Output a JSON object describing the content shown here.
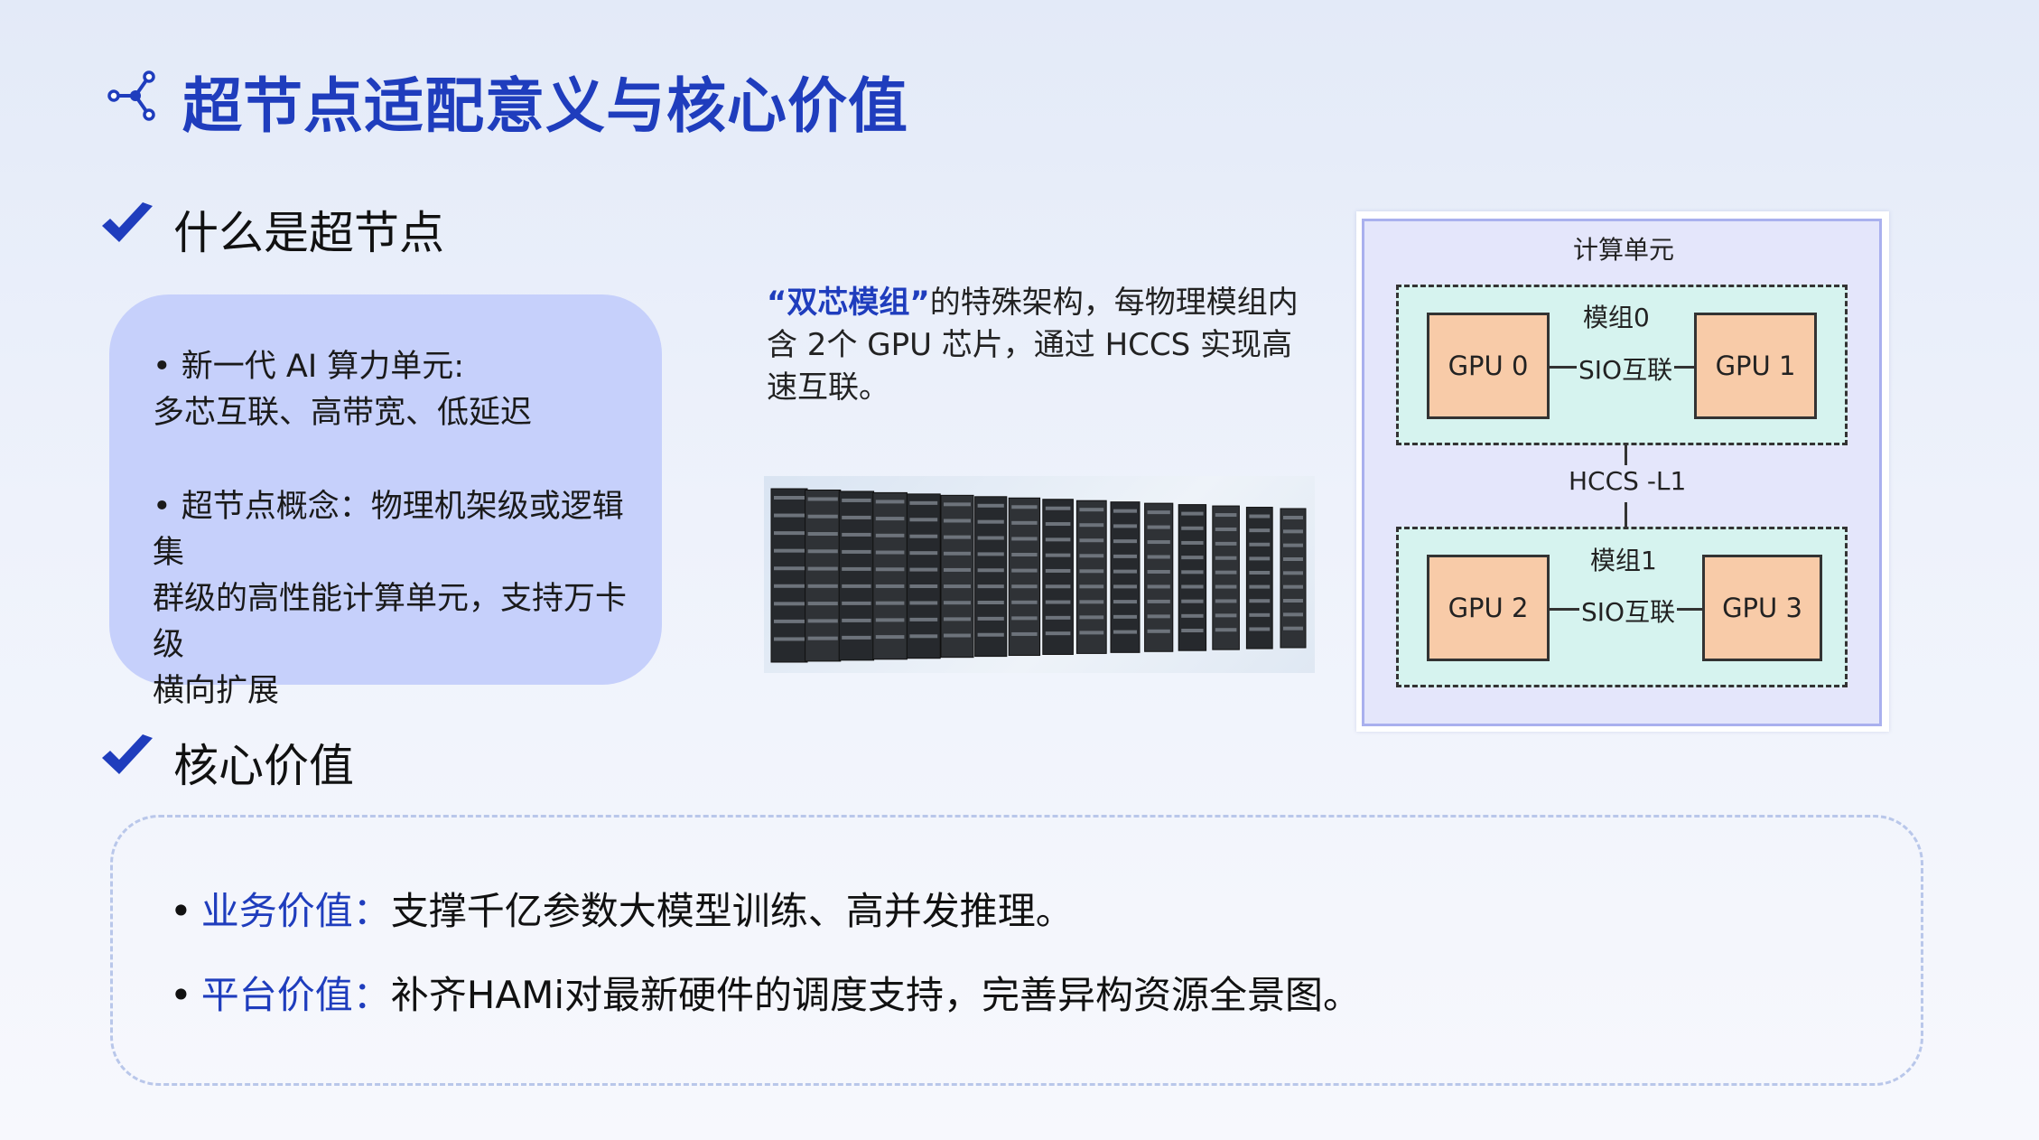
{
  "page": {
    "title": "超节点适配意义与核心价值",
    "accent_color": "#1f3dbd",
    "title_icon": "share-nodes-icon"
  },
  "section_what": {
    "heading": "什么是超节点",
    "icon": "checkmark-icon",
    "card": {
      "item1_line1": "• 新一代 AI 算力单元:",
      "item1_line2": "多芯互联、高带宽、低延迟",
      "item2_line1": "• 超节点概念：物理机架级或逻辑集",
      "item2_line2": "群级的高性能计算单元，支持万卡级",
      "item2_line3": "横向扩展"
    },
    "description": {
      "highlight": "“双芯模组”",
      "text": "的特殊架构，每物理模组内含 2个 GPU 芯片，通过 HCCS 实现高速互联。"
    }
  },
  "diagram": {
    "unit_label": "计算单元",
    "module_0_label": "模组0",
    "module_1_label": "模组1",
    "gpu_0": "GPU 0",
    "gpu_1": "GPU 1",
    "gpu_2": "GPU 2",
    "gpu_3": "GPU 3",
    "sio_link": "SIO互联",
    "hccs_link": "HCCS -L1"
  },
  "section_value": {
    "heading": "核心价值",
    "icon": "checkmark-icon",
    "rows": [
      {
        "bullet": "•",
        "label": "业务价值：",
        "text": "支撑千亿参数大模型训练、高并发推理。"
      },
      {
        "bullet": "•",
        "label": "平台价值：",
        "text": "补齐HAMi对最新硬件的调度支持，完善异构资源全景图。"
      }
    ]
  }
}
